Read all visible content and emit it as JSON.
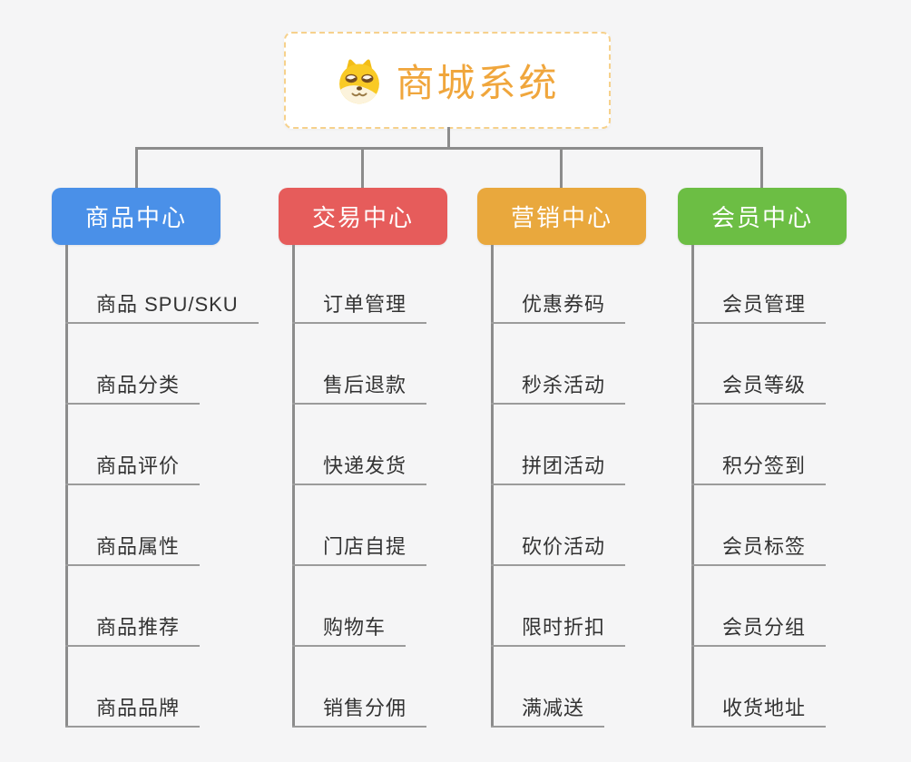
{
  "root": {
    "title": "商城系统",
    "icon": "doge-icon"
  },
  "colors": {
    "background": "#f5f5f6",
    "root_title": "#f0a63c",
    "root_border": "#f6d18c",
    "connector": "#8c8c8c",
    "item_underline": "#9b9b9b",
    "item_text": "#333333"
  },
  "branches": [
    {
      "label": "商品中心",
      "color": "#4a90e8",
      "items": [
        "商品 SPU/SKU",
        "商品分类",
        "商品评价",
        "商品属性",
        "商品推荐",
        "商品品牌"
      ]
    },
    {
      "label": "交易中心",
      "color": "#e65c5b",
      "items": [
        "订单管理",
        "售后退款",
        "快递发货",
        "门店自提",
        "购物车",
        "销售分佣"
      ]
    },
    {
      "label": "营销中心",
      "color": "#e9a83d",
      "items": [
        "优惠券码",
        "秒杀活动",
        "拼团活动",
        "砍价活动",
        "限时折扣",
        "满减送"
      ]
    },
    {
      "label": "会员中心",
      "color": "#6cbe44",
      "items": [
        "会员管理",
        "会员等级",
        "积分签到",
        "会员标签",
        "会员分组",
        "收货地址"
      ]
    }
  ]
}
